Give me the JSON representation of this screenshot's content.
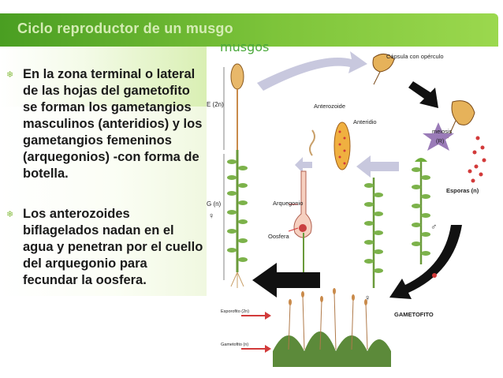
{
  "header": {
    "title": "Ciclo reproductor de un musgo"
  },
  "bullets": [
    {
      "icon": "snowflake-bullet-icon",
      "text": "En la zona terminal o lateral de las hojas del gametofito se forman los gametangios masculinos (anteridios) y los gametangios femeninos (arquegonios) -con forma de botella."
    },
    {
      "icon": "snowflake-bullet-icon",
      "text": "Los anterozoides biflagelados nadan en el agua y penetran por el cuello del arquegonio para fecundar la oosfera."
    }
  ],
  "diagram": {
    "heading": "musgos",
    "labels": {
      "capsula": "Cápsula con opérculo",
      "meiosis": "meiosis",
      "meiosis_r": "(R)",
      "esporas": "Esporas (n)",
      "anterozoide": "Anterozoide",
      "anteridio": "Anteridio",
      "arquegonio": "Arquegonio",
      "oosfera": "Oosfera",
      "gametofito": "GAMETOFITO",
      "e2n": "E (2n)",
      "gn": "G (n)",
      "female": "♀",
      "male": "♂",
      "female2": "♀",
      "esporofito": "Esporofito (2n)",
      "gametofito_n": "Gametofito (n)"
    },
    "colors": {
      "green_stem": "#6a9a3a",
      "arrow_gray": "#b9b9d6",
      "arrow_black": "#111111",
      "spore_red": "#d23a3a",
      "meiosis_purple": "#9a7bb8",
      "anther_orange": "#e0a030"
    }
  }
}
